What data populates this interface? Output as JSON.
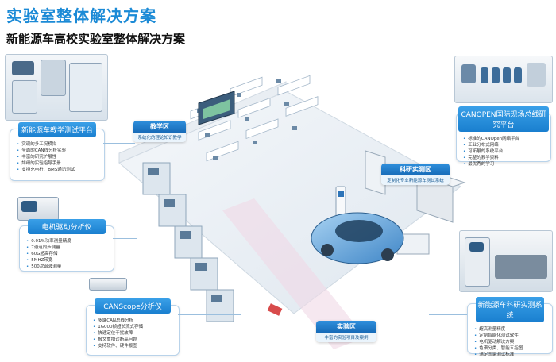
{
  "header": {
    "title": "实验室整体解决方案",
    "subtitle": "新能源车高校实验室整体解决方案"
  },
  "panels": {
    "teaching_platform": {
      "title": "新能源车教学测试平台",
      "items": [
        "实现的多工况模拟",
        "全面的CAN线分析实验",
        "丰富的研究扩展性",
        "詳细的实验指导手册",
        "支持充电桩、BMS通讯测试"
      ]
    },
    "motor_analyzer": {
      "title": "电机驱动分析仪",
      "items": [
        "0.01%功率测量精度",
        "7通道同步测量",
        "60G超高存储",
        "5MHZ带宽",
        "500次谐波测量"
      ]
    },
    "canscope": {
      "title": "CANScope分析仪",
      "items": [
        "多端CAN总线分析",
        "1G000帧超长流式存储",
        "快速定位干扰故障",
        "报文重播诊断高问题",
        "支持软件、硬件版图"
      ]
    },
    "canopen": {
      "title": "CANOPEN国际现场总线研究平台",
      "items": [
        "标准的CANOpen网络平台",
        "工业分布式网络",
        "可拓展的系统平台",
        "完整的教学资料",
        "最优秀的学习"
      ]
    },
    "research_system": {
      "title": "新能源车科研实测系统",
      "items": [
        "超高测量精度",
        "定制智能化测试软件",
        "电机驱动解决方案",
        "色谱分类、智能五指图",
        "满足国家测试标准"
      ]
    }
  },
  "zones": {
    "teaching": {
      "title": "教学区",
      "sub": "系统化的理论知识教学"
    },
    "research": {
      "title": "科研实测区",
      "sub": "定制化专业新能源车测试系统"
    },
    "lab": {
      "title": "实验区",
      "sub": "丰富的实验项目及案例"
    }
  }
}
